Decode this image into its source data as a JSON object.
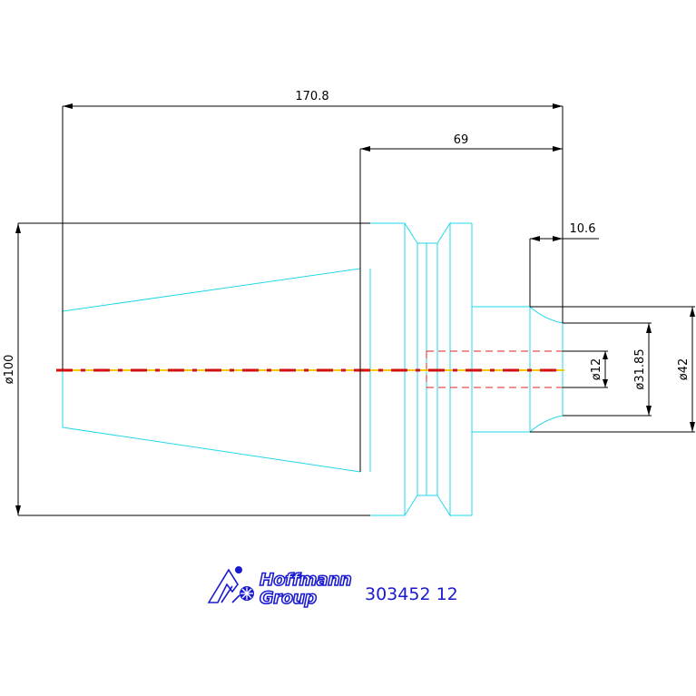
{
  "dimensions": {
    "overall_length": "170.8",
    "taper_to_end": "69",
    "end_step": "10.6",
    "dia_flange": "ø100",
    "dia_bore": "ø12",
    "dia_inner": "ø31.85",
    "dia_outer": "ø42"
  },
  "logo": {
    "line1": "Hoffmann",
    "line2": "Group"
  },
  "article_number": "303452 12",
  "colors": {
    "outline": "#22d8e8",
    "dimension": "#000000",
    "centerline_dash": "#d01010",
    "centerline_base": "#f5c800",
    "brand": "#1a1ad0"
  }
}
